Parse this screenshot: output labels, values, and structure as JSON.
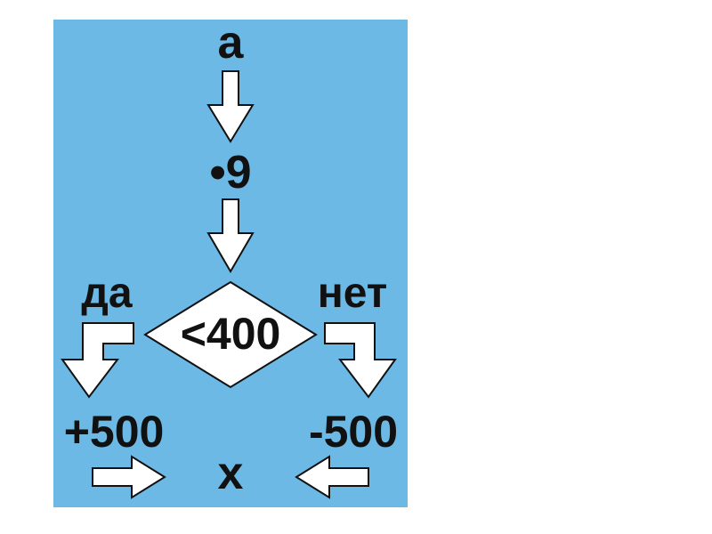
{
  "diagram": {
    "start": "a",
    "operation": "•9",
    "condition": "<400",
    "yes_label": "да",
    "no_label": "нет",
    "yes_operation": "+500",
    "no_operation": "-500",
    "result": "x"
  },
  "colors": {
    "background": "#6cb9e6",
    "shape_fill": "#ffffff",
    "outline": "#111111"
  }
}
